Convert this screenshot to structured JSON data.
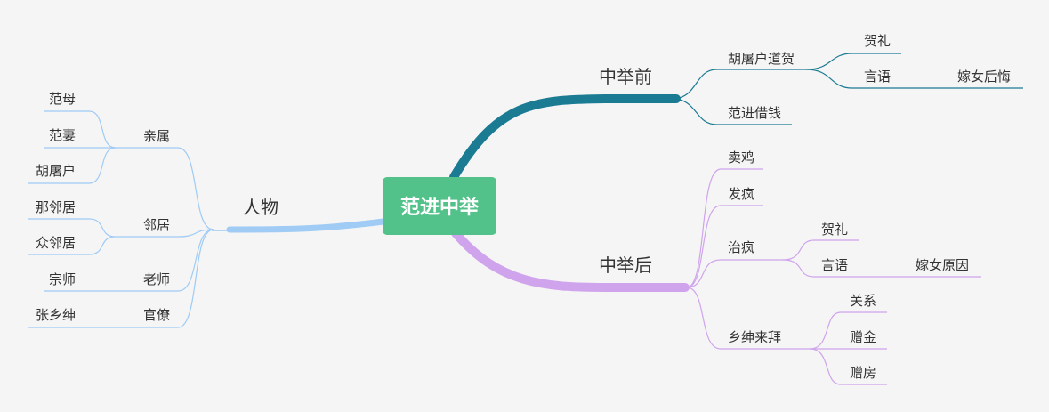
{
  "root": {
    "label": "范进中举"
  },
  "branches": {
    "before": {
      "label": "中举前",
      "children": {
        "hutu": {
          "label": "胡屠户道贺",
          "children": {
            "heli": {
              "label": "贺礼"
            },
            "yanyu": {
              "label": "言语",
              "children": {
                "regret": {
                  "label": "嫁女后悔"
                }
              }
            }
          }
        },
        "borrow": {
          "label": "范进借钱"
        }
      }
    },
    "after": {
      "label": "中举后",
      "children": {
        "maiji": {
          "label": "卖鸡"
        },
        "fafeng": {
          "label": "发疯"
        },
        "zhifeng": {
          "label": "治疯",
          "children": {
            "heli": {
              "label": "贺礼"
            },
            "yanyu": {
              "label": "言语",
              "children": {
                "reason": {
                  "label": "嫁女原因"
                }
              }
            }
          }
        },
        "xiangshen": {
          "label": "乡绅来拜",
          "children": {
            "guanxi": {
              "label": "关系"
            },
            "zengjin": {
              "label": "赠金"
            },
            "zengfang": {
              "label": "赠房"
            }
          }
        }
      }
    },
    "people": {
      "label": "人物",
      "children": {
        "qinshu": {
          "label": "亲属",
          "children": {
            "fanmu": {
              "label": "范母"
            },
            "fanqi": {
              "label": "范妻"
            },
            "hutu": {
              "label": "胡屠户"
            }
          }
        },
        "linju": {
          "label": "邻居",
          "children": {
            "na": {
              "label": "那邻居"
            },
            "zhong": {
              "label": "众邻居"
            }
          }
        },
        "laoshi": {
          "label": "老师",
          "children": {
            "zongshi": {
              "label": "宗师"
            }
          }
        },
        "guanliao": {
          "label": "官僚",
          "children": {
            "zhang": {
              "label": "张乡绅"
            }
          }
        }
      }
    }
  },
  "colors": {
    "root_fill": "#52c28a",
    "before": "#1a7b93",
    "after": "#cfa4ec",
    "people": "#9fcbf5"
  }
}
